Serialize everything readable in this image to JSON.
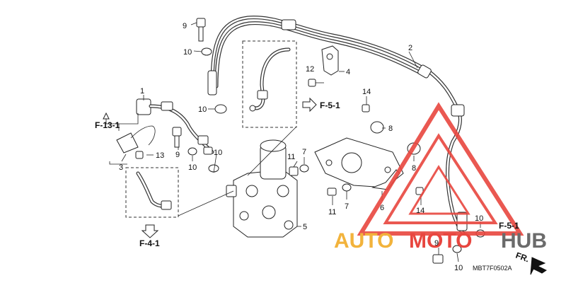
{
  "callouts": {
    "c1": "1",
    "c2": "2",
    "c3": "3",
    "c4": "4",
    "c5": "5",
    "c6": "6",
    "c7a": "7",
    "c7b": "7",
    "c8a": "8",
    "c8b": "8",
    "c9a": "9",
    "c9b": "9",
    "c9c": "9",
    "c10a": "10",
    "c10b": "10",
    "c10c": "10",
    "c10d": "10",
    "c10e": "10",
    "c10f": "10",
    "c11a": "11",
    "c11b": "11",
    "c12": "12",
    "c13": "13",
    "c14a": "14",
    "c14b": "14"
  },
  "refs": {
    "f131": "F-13-1",
    "f51a": "F-5-1",
    "f51b": "F-5-1",
    "f41": "F-4-1",
    "fr": "FR."
  },
  "diagram_code": "MBT7F0502A",
  "watermark": {
    "auto": "AUTO",
    "moto": "MOTO",
    "hub": "HUB",
    "colors": {
      "triangle": "#e8463f",
      "auto": "#f2b33c",
      "moto": "#e8463f",
      "hub": "#6b6b6b"
    }
  }
}
